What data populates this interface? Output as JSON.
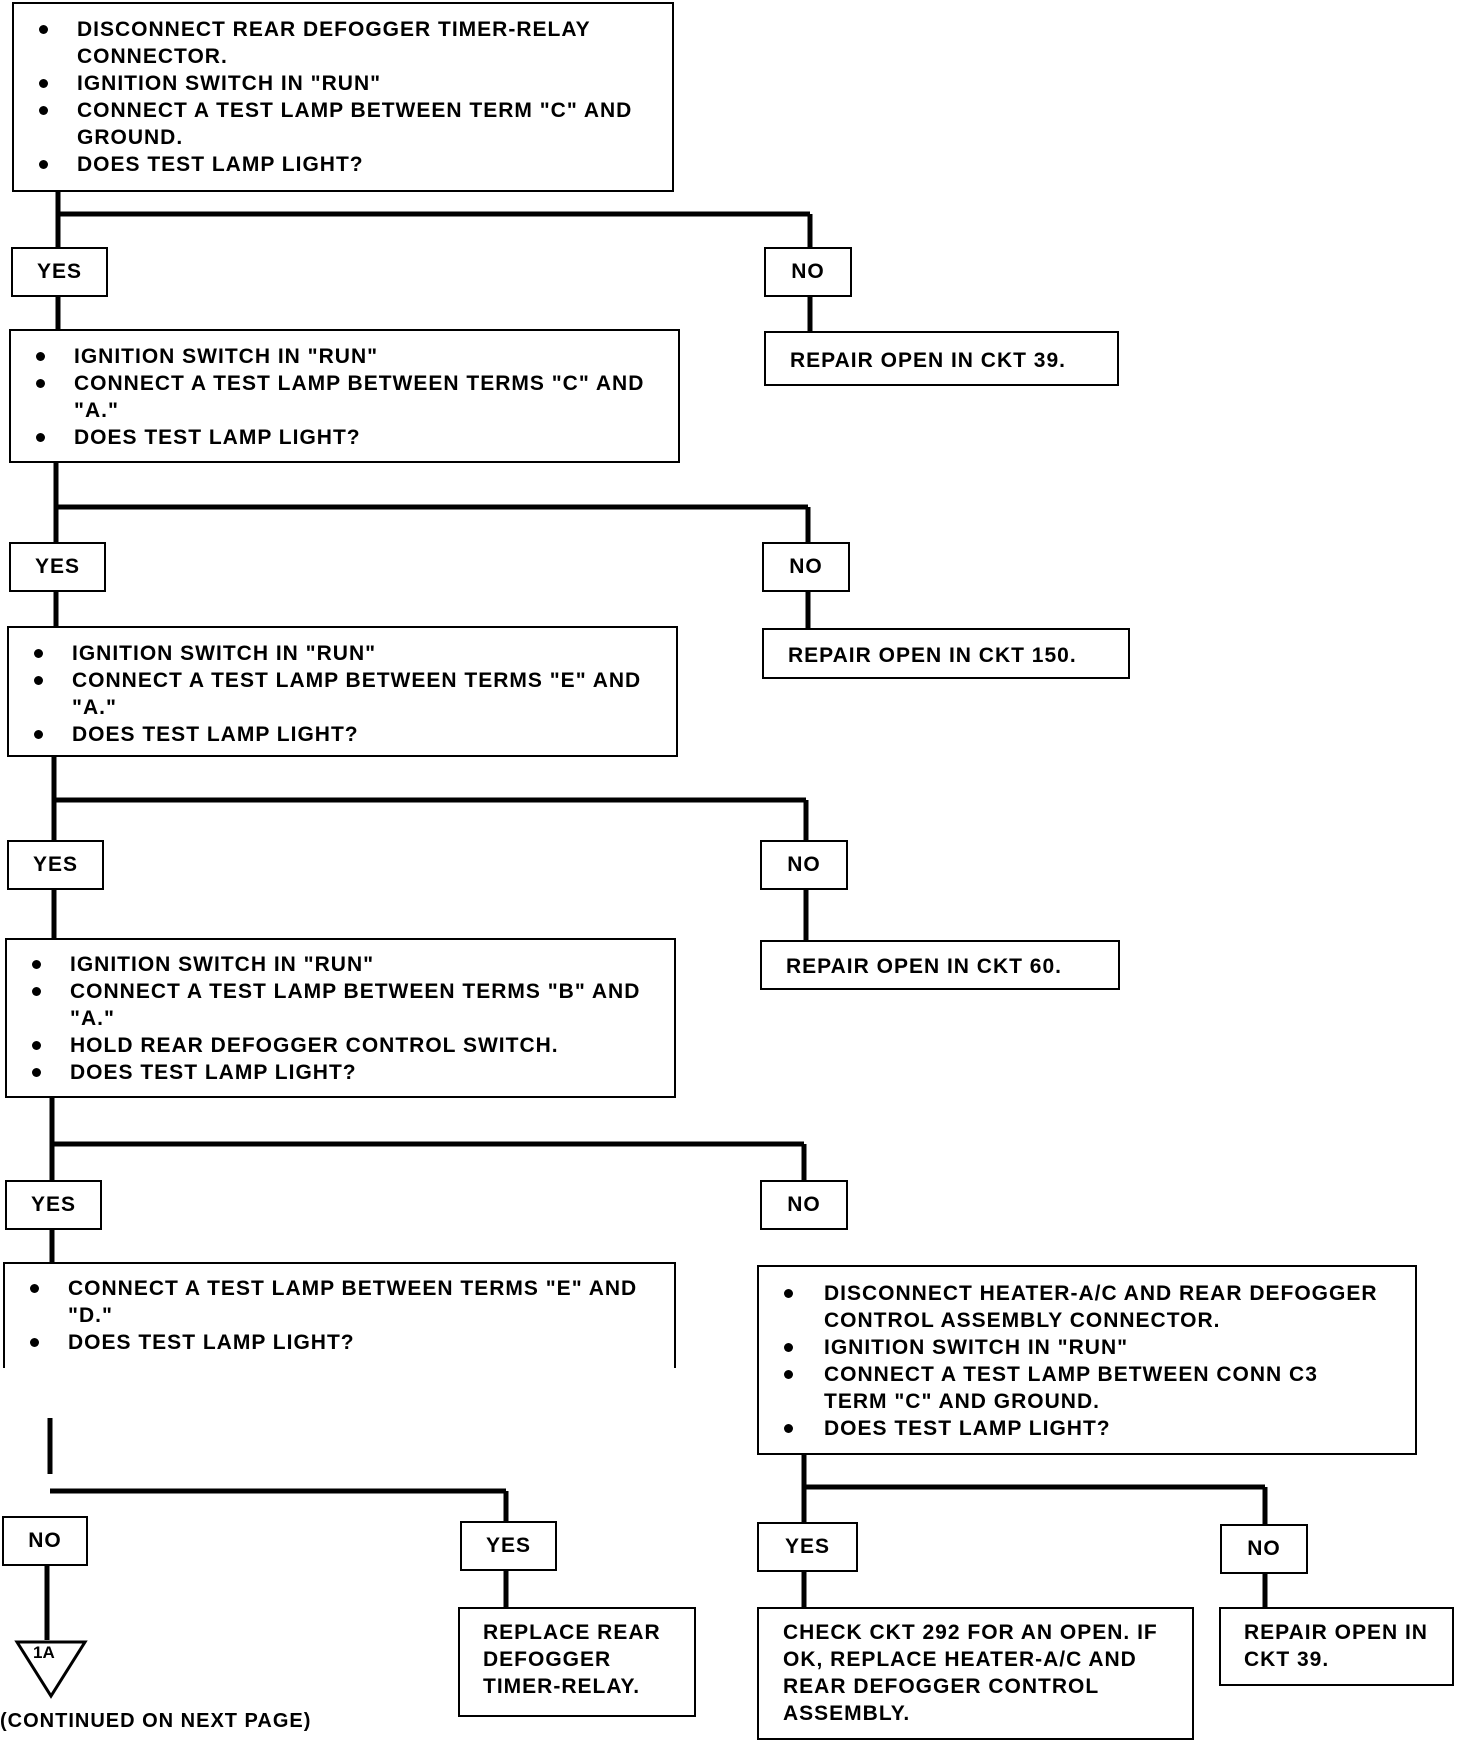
{
  "steps": {
    "step1": [
      "DISCONNECT REAR DEFOGGER TIMER-RELAY CONNECTOR.",
      "IGNITION SWITCH IN \"RUN\"",
      "CONNECT A TEST LAMP BETWEEN TERM \"C\" AND GROUND.",
      "DOES TEST LAMP LIGHT?"
    ],
    "step2": [
      "IGNITION SWITCH IN \"RUN\"",
      "CONNECT A TEST LAMP BETWEEN TERMS \"C\" AND \"A.\"",
      "DOES TEST LAMP LIGHT?"
    ],
    "step3": [
      "IGNITION SWITCH IN \"RUN\"",
      "CONNECT A TEST LAMP BETWEEN TERMS \"E\" AND \"A.\"",
      "DOES TEST LAMP LIGHT?"
    ],
    "step4": [
      "IGNITION SWITCH IN \"RUN\"",
      "CONNECT A TEST LAMP BETWEEN TERMS \"B\" AND \"A.\"",
      "HOLD REAR DEFOGGER CONTROL SWITCH.",
      "DOES TEST LAMP LIGHT?"
    ],
    "step5": [
      "CONNECT A TEST LAMP BETWEEN TERMS \"E\" AND \"D.\"",
      "DOES TEST LAMP LIGHT?"
    ],
    "step6": [
      "DISCONNECT HEATER-A/C AND REAR DEFOGGER CONTROL ASSEMBLY CONNECTOR.",
      "IGNITION SWITCH IN \"RUN\"",
      "CONNECT A TEST LAMP BETWEEN CONN C3 TERM \"C\" AND GROUND.",
      "DOES TEST LAMP LIGHT?"
    ]
  },
  "labels": {
    "yes": "YES",
    "no": "NO"
  },
  "actions": {
    "repair_ckt39": "REPAIR OPEN IN CKT 39.",
    "repair_ckt150": "REPAIR OPEN IN CKT 150.",
    "repair_ckt60": "REPAIR OPEN IN CKT 60.",
    "replace_timer": "REPLACE REAR DEFOGGER TIMER-RELAY.",
    "check_ckt292": "CHECK CKT 292 FOR AN OPEN. IF OK, REPLACE HEATER-A/C AND REAR DEFOGGER CONTROL ASSEMBLY.",
    "repair_ckt39_b": "REPAIR OPEN IN CKT 39."
  },
  "connector": "1A",
  "footer": "(CONTINUED ON NEXT PAGE)"
}
